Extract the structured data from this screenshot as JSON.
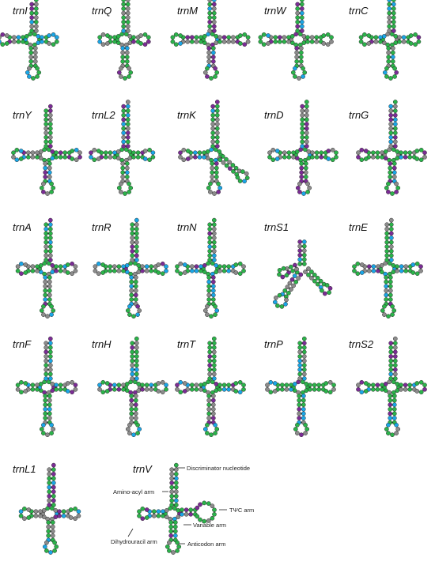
{
  "figure": {
    "colors": {
      "green": "#2bb34a",
      "gray": "#8c8c8c",
      "purple": "#7b2c95",
      "blue": "#1aa6e6",
      "bond": "#222222"
    },
    "trnas": [
      {
        "name": "trnI"
      },
      {
        "name": "trnQ"
      },
      {
        "name": "trnM"
      },
      {
        "name": "trnW"
      },
      {
        "name": "trnC"
      },
      {
        "name": "trnY"
      },
      {
        "name": "trnL2"
      },
      {
        "name": "trnK"
      },
      {
        "name": "trnD"
      },
      {
        "name": "trnG"
      },
      {
        "name": "trnA"
      },
      {
        "name": "trnR"
      },
      {
        "name": "trnN"
      },
      {
        "name": "trnS1"
      },
      {
        "name": "trnE"
      },
      {
        "name": "trnF"
      },
      {
        "name": "trnH"
      },
      {
        "name": "trnT"
      },
      {
        "name": "trnP"
      },
      {
        "name": "trnS2"
      },
      {
        "name": "trnL1"
      },
      {
        "name": "trnV"
      }
    ],
    "annotations": {
      "discriminator": "Discriminator nucleotide",
      "aminoacyl": "Amino-acyl arm",
      "tpsic": "TΨC arm",
      "variable": "Variable arm",
      "dhu": "Dihydrouracil arm",
      "anticodon": "Anticodon arm"
    }
  }
}
